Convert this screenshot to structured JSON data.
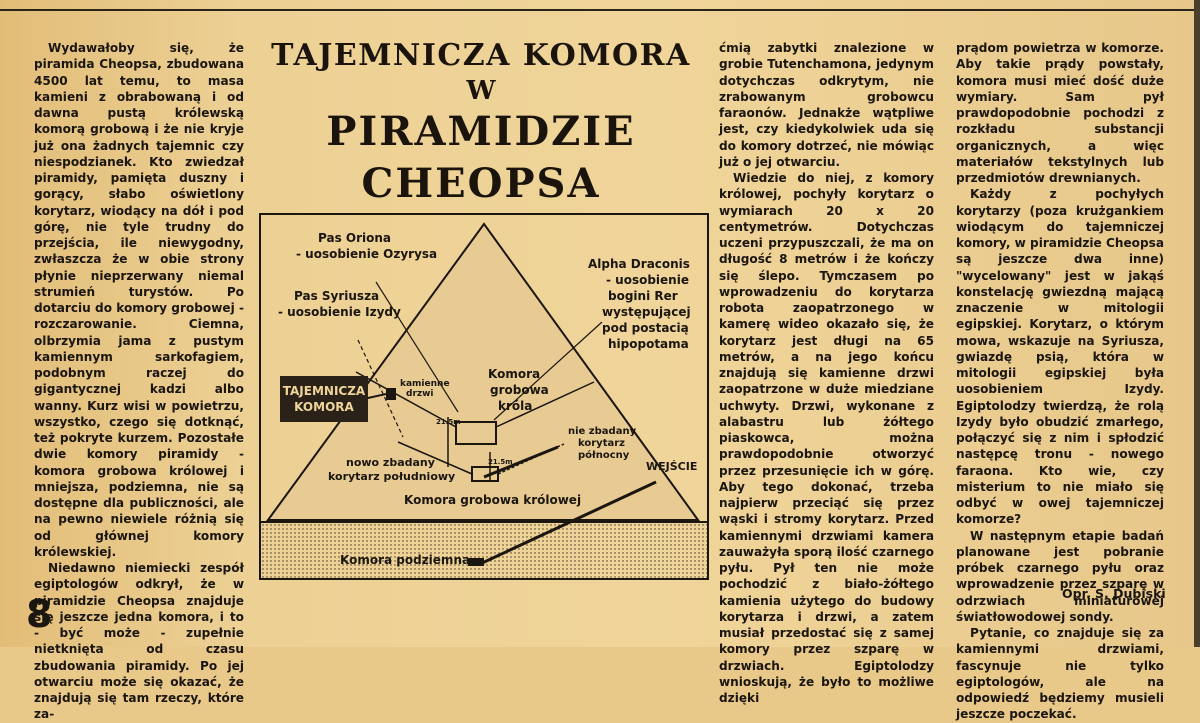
{
  "title": {
    "line1": "TAJEMNICZA KOMORA",
    "line2": "W",
    "line3": "PIRAMIDZIE CHEOPSA"
  },
  "col1": [
    "Wydawałoby się, że piramida Cheopsa, zbudowana 4500 lat temu, to masa kamieni z obrabowaną i od dawna pustą królewską komorą grobową i że nie kryje już ona żadnych tajemnic czy niespodzianek. Kto zwiedzał piramidy, pamięta duszny i gorący, słabo oświetlony korytarz, wiodący na dół i pod górę, nie tyle trudny do przejścia, ile niewygodny, zwłaszcza że w obie strony płynie nieprzerwany niemal strumień turystów. Po dotarciu do komory grobowej - rozczarowanie. Ciemna, olbrzymia jama z pustym kamiennym sarkofagiem, podobnym raczej do gigantycznej kadzi albo wanny. Kurz wisi w powietrzu, wszystko, czego się dotknąć, też pokryte kurzem. Pozostałe dwie komory piramidy - komora grobowa królowej i mniejsza, podziemna, nie są dostępne dla publiczności, ale na pewno niewiele różnią się od głównej komory królewskiej.",
    "Niedawno niemiecki zespół egiptologów odkrył, że w piramidzie Cheopsa znajduje się jeszcze jedna komora, i to - być może - zupełnie nietknięta od czasu zbudowania piramidy. Po jej otwarciu może się okazać, że znajdują się tam rzeczy, które za-"
  ],
  "col3": [
    "ćmią zabytki znalezione w grobie Tutenchamona, jedynym dotychczas odkrytym, nie zrabowanym grobowcu faraonów. Jednakże wątpliwe jest, czy kiedykolwiek uda się do komory dotrzeć, nie mówiąc już o jej otwarciu.",
    "Wiedzie do niej, z komory królowej, pochyły korytarz o wymiarach 20 x 20 centymetrów. Dotychczas uczeni przypuszczali, że ma on długość 8 metrów i że kończy się ślepo. Tymczasem po wprowadzeniu do korytarza robota zaopatrzonego w kamerę wideo okazało się, że korytarz jest długi na 65 metrów, a na jego końcu znajdują się kamienne drzwi zaopatrzone w duże miedziane uchwyty. Drzwi, wykonane z alabastru lub żółtego piaskowca, można prawdopodobnie otworzyć przez przesunięcie ich w górę. Aby tego dokonać, trzeba najpierw przeciąć się przez wąski i stromy korytarz. Przed kamiennymi drzwiami kamera zauważyła sporą ilość czarnego pyłu. Pył ten nie może pochodzić z biało-żółtego kamienia użytego do budowy korytarza i drzwi, a zatem musiał przedostać się z samej komory przez szparę w drzwiach. Egiptolodzy wnioskują, że było to możliwe dzięki"
  ],
  "col4": [
    "prądom powietrza w komorze. Aby takie prądy powstały, komora musi mieć dość duże wymiary. Sam pył prawdopodobnie pochodzi z rozkładu substancji organicznych, a więc materiałów tekstylnych lub przedmiotów drewnianych.",
    "Każdy z pochyłych korytarzy (poza krużgankiem wiodącym do tajemniczej komory, w piramidzie Cheopsa są jeszcze dwa inne) \"wycelowany\" jest w jakąś konstelację gwiezdną mającą znaczenie w mitologii egipskiej. Korytarz, o którym mowa, wskazuje na Syriusza, gwiazdę psią, która w mitologii egipskiej była uosobieniem Izydy. Egiptolodzy twierdzą, że rolą Izydy było obudzić zmarłego, połączyć się z nim i spłodzić następcę tronu - nowego faraona. Kto wie, czy misterium to nie miało się odbyć w owej tajemniczej komorze?",
    "W następnym etapie badań planowane jest pobranie próbek czarnego pyłu oraz wprowadzenie przez szparę w odrzwiach miniaturowej światłowodowej sondy.",
    "Pytanie, co znajduje się za kamiennymi drzwiami, fascynuje nie tylko egiptologów, ale na odpowiedź będziemy musieli jeszcze poczekać."
  ],
  "signature": "Opr. S. Dubiski",
  "page_number": "8",
  "diagram": {
    "orion": [
      "Pas Oriona",
      "- uosobienie Ozyrysa"
    ],
    "sirius": [
      "Pas Syriusza",
      "- uosobienie Izydy"
    ],
    "draconis": [
      "Alpha Draconis",
      "- uosobienie",
      "bogini Rer",
      "występującej",
      "pod postacią",
      "hipopotama"
    ],
    "secret_chamber": [
      "TAJEMNICZA",
      "KOMORA"
    ],
    "stone_door": [
      "kamienne",
      "drzwi"
    ],
    "king_chamber": [
      "Komora",
      "grobowa",
      "króla"
    ],
    "unexplored_north": [
      "nie zbadany",
      "korytarz",
      "północny"
    ],
    "height_1": "21.5m",
    "height_2": "21.5m",
    "new_south": [
      "nowo zbadany",
      "korytarz południowy"
    ],
    "entrance": "WEJŚCIE",
    "queen_chamber": "Komora grobowa królowej",
    "underground": "Komora podziemna"
  },
  "colors": {
    "paper": "#f0d59a",
    "ink": "#1b160f",
    "label_box": "#2a2118"
  }
}
